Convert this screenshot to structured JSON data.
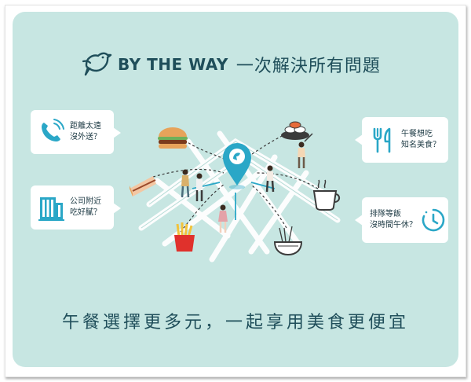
{
  "brand": {
    "name": "BY THE WAY",
    "tagline": "一次解決所有問題",
    "logo_icon": "bird-icon",
    "color": "#1f4e5a"
  },
  "bubbles": [
    {
      "id": "phone",
      "icon": "phone-icon",
      "lines": [
        "距離太遠",
        "沒外送？"
      ]
    },
    {
      "id": "office",
      "icon": "building-icon",
      "lines": [
        "公司附近",
        "吃好膩？"
      ]
    },
    {
      "id": "food",
      "icon": "fork-knife-icon",
      "lines": [
        "午餐想吃",
        "知名美食？"
      ]
    },
    {
      "id": "queue",
      "icon": "clock-icon",
      "lines": [
        "排隊等飯",
        "沒時間午休？"
      ]
    }
  ],
  "slogan": "午餐選擇更多元，一起享用美食更便宜",
  "colors": {
    "panel": "#c7e6e2",
    "accent": "#2aa7c7",
    "text": "#1f4e5a"
  }
}
